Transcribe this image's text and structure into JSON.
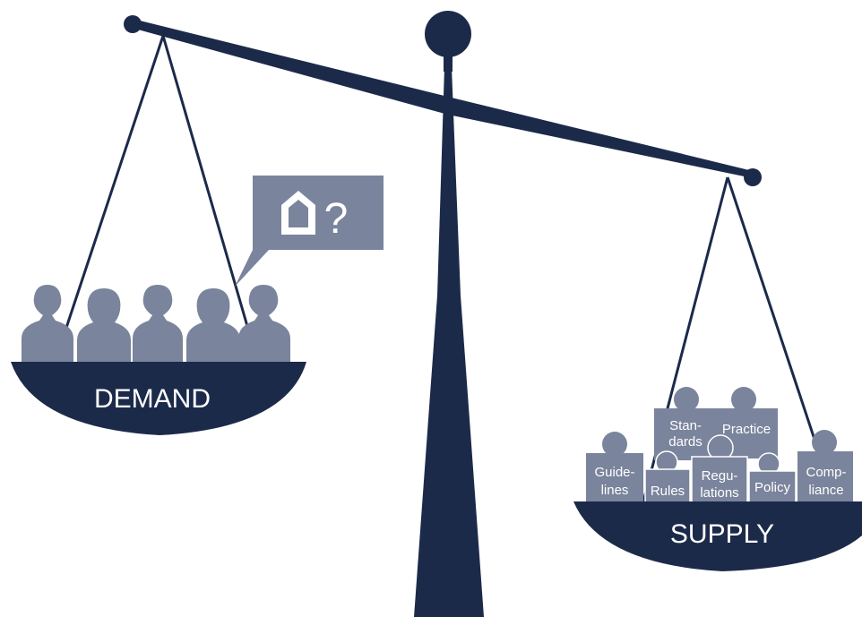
{
  "colors": {
    "navy": "#1c2a4a",
    "slate": "#7a849c",
    "background": "#ffffff",
    "text_light": "#ffffff"
  },
  "left_pan": {
    "label": "DEMAND"
  },
  "right_pan": {
    "label": "SUPPLY"
  },
  "speech_bubble": {
    "icon": "house-icon",
    "symbol": "?"
  },
  "people": {
    "icon": "person-icon",
    "count": 5
  },
  "puzzle_pieces": [
    {
      "line1": "Guide-",
      "line2": "lines"
    },
    {
      "line1": "Stan-",
      "line2": "dards"
    },
    {
      "line1": "Practice",
      "line2": ""
    },
    {
      "line1": "Rules",
      "line2": ""
    },
    {
      "line1": "Regu-",
      "line2": "lations"
    },
    {
      "line1": "Policy",
      "line2": ""
    },
    {
      "line1": "Comp-",
      "line2": "liance"
    }
  ]
}
